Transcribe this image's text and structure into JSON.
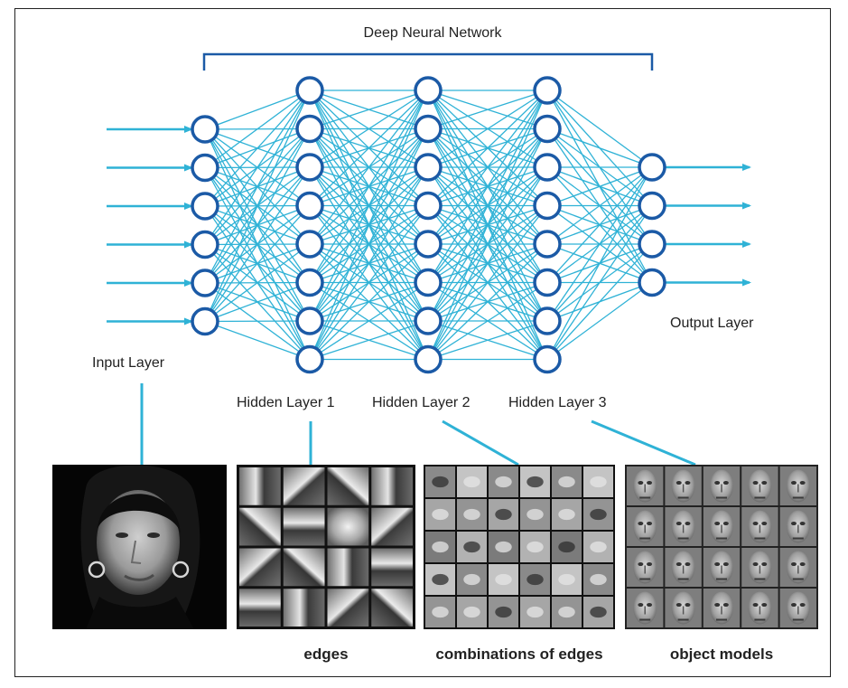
{
  "title": "Deep Neural Network",
  "colors": {
    "edge": "#2fb2d6",
    "node": "#1b5aa6",
    "bracket": "#1b5aa6",
    "text": "#222222"
  },
  "layers": [
    {
      "label": "Input Layer",
      "nodes": 6
    },
    {
      "label": "Hidden Layer 1",
      "nodes": 8
    },
    {
      "label": "Hidden Layer 2",
      "nodes": 8
    },
    {
      "label": "Hidden Layer 3",
      "nodes": 8
    },
    {
      "label": "Output Layer",
      "nodes": 4
    }
  ],
  "io": {
    "input_arrows": 6,
    "output_arrows": 4
  },
  "feature_panels": [
    {
      "name": "face-photo",
      "caption": ""
    },
    {
      "name": "edges-panel",
      "caption": "edges"
    },
    {
      "name": "edge-combinations-panel",
      "caption": "combinations of edges"
    },
    {
      "name": "object-models-panel",
      "caption": "object models"
    }
  ]
}
